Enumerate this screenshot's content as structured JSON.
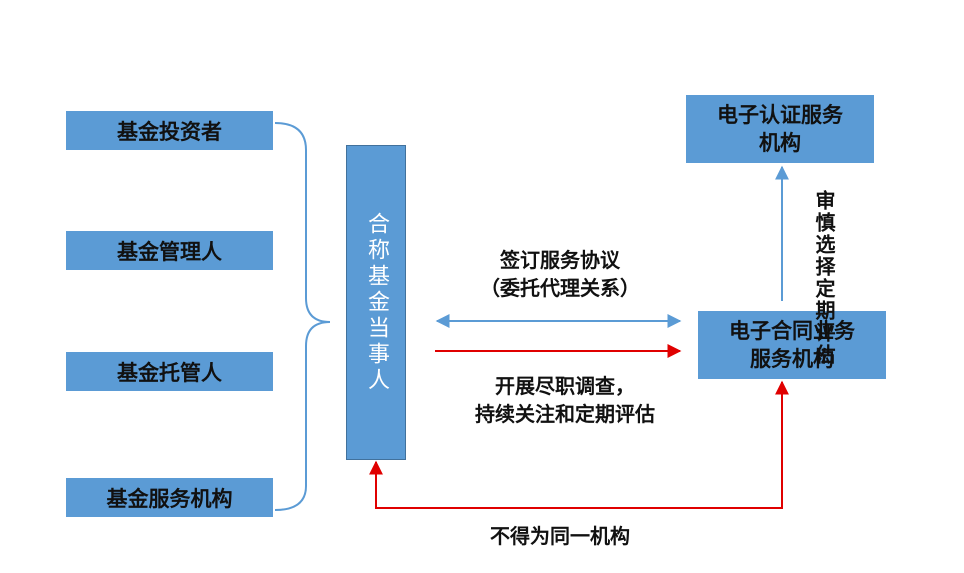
{
  "left_parties": [
    {
      "label": "基金投资者"
    },
    {
      "label": "基金管理人"
    },
    {
      "label": "基金托管人"
    },
    {
      "label": "基金服务机构"
    }
  ],
  "center": {
    "label": "合称基金当事人"
  },
  "top_right": {
    "line1": "电子认证服务",
    "line2": "机构"
  },
  "mid_right": {
    "line1": "电子合同业务",
    "line2": "服务机构"
  },
  "edge_labels": {
    "sign_line1": "签订服务协议",
    "sign_line2": "（委托代理关系）",
    "due_line1": "开展尽职调查，",
    "due_line2": "持续关注和定期评估",
    "select_col1": "审慎选择",
    "select_col2": "定期评估",
    "bottom": "不得为同一机构"
  },
  "colors": {
    "box_fill": "#5B9BD5",
    "blue_line": "#5B9BD5",
    "red_line": "#E00000"
  }
}
